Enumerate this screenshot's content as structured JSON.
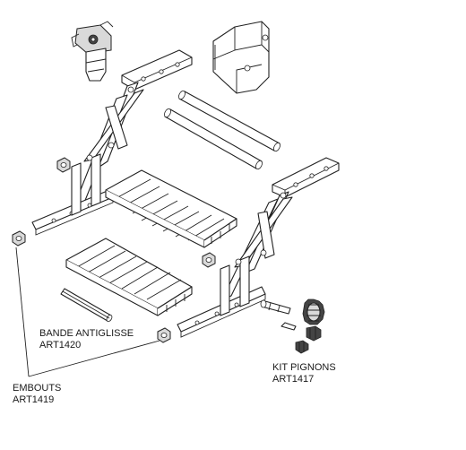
{
  "callouts": {
    "bande": {
      "name": "BANDE ANTIGLISSE",
      "ref": "ART1420"
    },
    "kit": {
      "name": "KIT PIGNONS",
      "ref": "ART1417"
    },
    "embouts": {
      "name": "EMBOUTS",
      "ref": "ART1419"
    }
  }
}
